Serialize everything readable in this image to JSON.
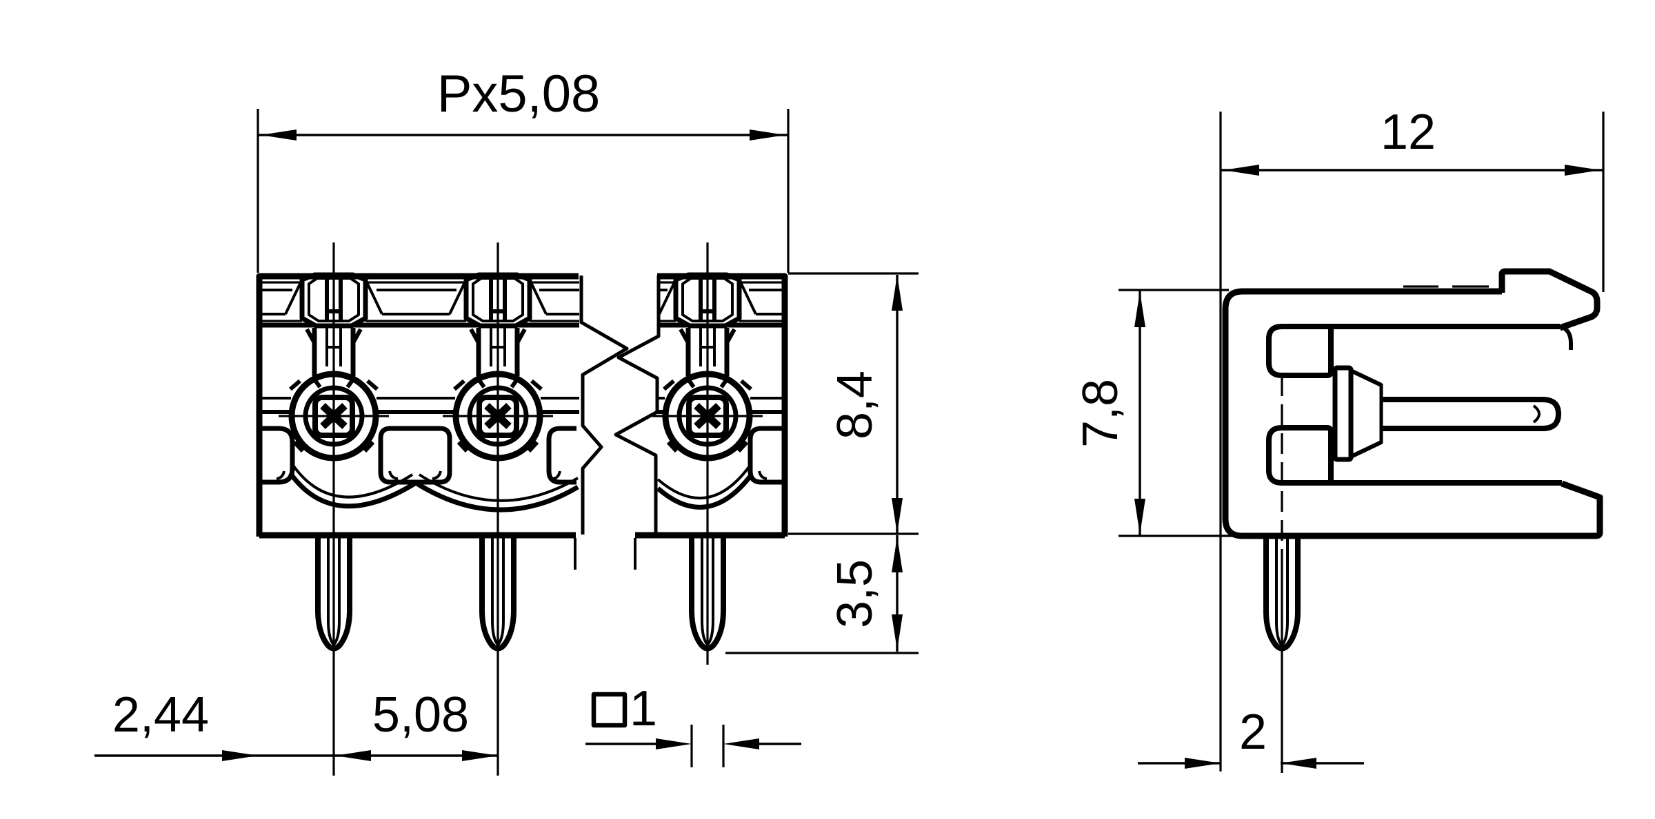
{
  "drawing": {
    "title": "PCB header connector dimension drawing",
    "background_color": "#ffffff",
    "line_color": "#000000",
    "views": {
      "front": "front-view",
      "side": "side-view"
    },
    "dimensions": {
      "pitch_total": "Px5,08",
      "depth": "12",
      "body_height": "8,4",
      "pin_length": "3,5",
      "side_body_height": "7,8",
      "edge_to_first_pin": "2,44",
      "pin_pitch": "5,08",
      "pin_square_symbol": "□",
      "pin_square_size": "1",
      "pin_to_face_offset": "2"
    }
  }
}
